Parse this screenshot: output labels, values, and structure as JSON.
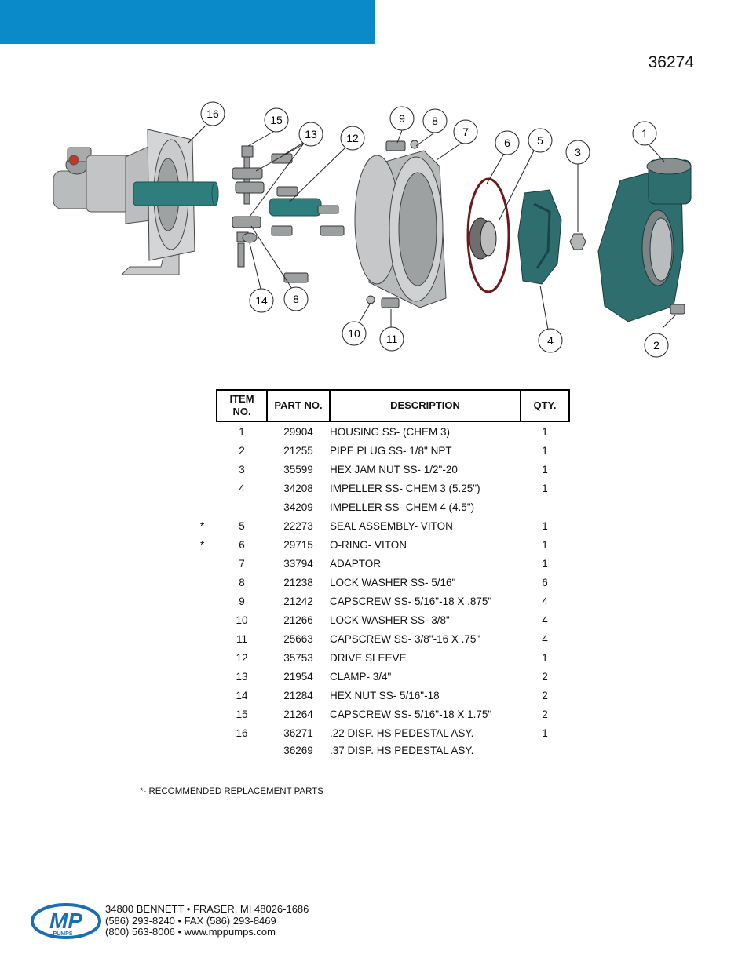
{
  "doc_number": "36274",
  "callouts": [
    "16",
    "15",
    "13",
    "12",
    "9",
    "8",
    "7",
    "6",
    "5",
    "3",
    "1",
    "14",
    "8",
    "10",
    "11",
    "4",
    "2"
  ],
  "table": {
    "headers": {
      "item": "ITEM NO.",
      "part": "PART NO.",
      "desc": "DESCRIPTION",
      "qty": "QTY."
    },
    "rows": [
      {
        "star": "",
        "item": "1",
        "part": "29904",
        "desc": "HOUSING SS- (CHEM 3)",
        "qty": "1"
      },
      {
        "star": "",
        "item": "2",
        "part": "21255",
        "desc": "PIPE PLUG SS- 1/8\" NPT",
        "qty": "1"
      },
      {
        "star": "",
        "item": "3",
        "part": "35599",
        "desc": "HEX JAM NUT SS- 1/2\"-20",
        "qty": "1"
      },
      {
        "star": "",
        "item": "4",
        "part": "34208",
        "desc": "IMPELLER SS- CHEM 3  (5.25\")",
        "qty": "1"
      },
      {
        "star": "",
        "item": "",
        "part": "34209",
        "desc": "IMPELLER SS- CHEM 4 (4.5\")",
        "qty": ""
      },
      {
        "star": "*",
        "item": "5",
        "part": "22273",
        "desc": "SEAL ASSEMBLY- VITON",
        "qty": "1"
      },
      {
        "star": "*",
        "item": "6",
        "part": "29715",
        "desc": "O-RING- VITON",
        "qty": "1"
      },
      {
        "star": "",
        "item": "7",
        "part": "33794",
        "desc": "ADAPTOR",
        "qty": "1"
      },
      {
        "star": "",
        "item": "8",
        "part": "21238",
        "desc": "LOCK WASHER SS- 5/16\"",
        "qty": "6"
      },
      {
        "star": "",
        "item": "9",
        "part": "21242",
        "desc": "CAPSCREW SS- 5/16\"-18 X .875\"",
        "qty": "4"
      },
      {
        "star": "",
        "item": "10",
        "part": "21266",
        "desc": "LOCK WASHER SS- 3/8\"",
        "qty": "4"
      },
      {
        "star": "",
        "item": "11",
        "part": "25663",
        "desc": "CAPSCREW SS- 3/8\"-16 X .75\"",
        "qty": "4"
      },
      {
        "star": "",
        "item": "12",
        "part": "35753",
        "desc": "DRIVE SLEEVE",
        "qty": "1"
      },
      {
        "star": "",
        "item": "13",
        "part": "21954",
        "desc": "CLAMP- 3/4\"",
        "qty": "2"
      },
      {
        "star": "",
        "item": "14",
        "part": "21284",
        "desc": "HEX NUT SS- 5/16\"-18",
        "qty": "2"
      },
      {
        "star": "",
        "item": "15",
        "part": "21264",
        "desc": "CAPSCREW SS- 5/16\"-18 X 1.75\"",
        "qty": "2"
      },
      {
        "star": "",
        "item": "16",
        "part": "36271",
        "desc": ".22 DISP. HS PEDESTAL ASY.",
        "qty": "1"
      },
      {
        "star": "",
        "item": "",
        "part": "36269",
        "desc": ".37 DISP. HS PEDESTAL ASY.",
        "qty": ""
      }
    ]
  },
  "footnote": "*- RECOMMENDED REPLACEMENT PARTS",
  "logo": {
    "mark": "MP",
    "sub": "PUMPS"
  },
  "address": {
    "line1": "34800 BENNETT • FRASER, MI 48026-1686",
    "line2": "(586) 293-8240 • FAX (586) 293-8469",
    "line3": "(800) 563-8006 • www.mppumps.com"
  },
  "colors": {
    "top_bar": "#0b8ac9",
    "housing": "#2f6e6f",
    "logo": "#1a6fb4"
  }
}
